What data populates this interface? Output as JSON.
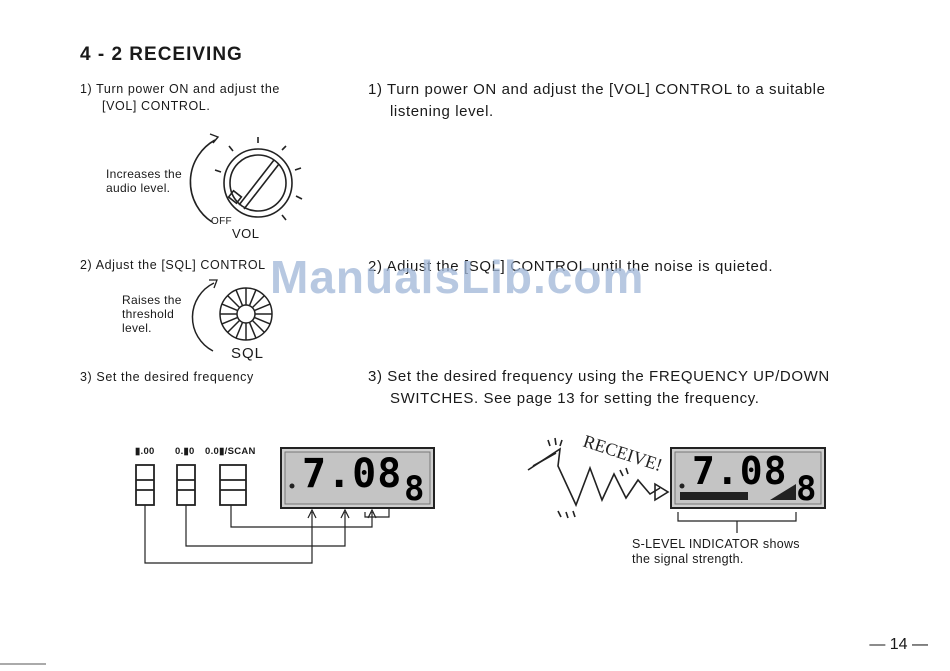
{
  "section": {
    "title": "4 - 2  RECEIVING"
  },
  "steps": {
    "step1": {
      "left_line1": "1) Turn power ON and adjust the",
      "left_line2": "[VOL] CONTROL.",
      "right_line1": "1) Turn power ON and adjust the [VOL] CONTROL to a suitable",
      "right_line2": "listening level."
    },
    "step2": {
      "left": "2) Adjust the [SQL] CONTROL",
      "right": "2) Adjust the [SQL] CONTROL until the noise is quieted."
    },
    "step3": {
      "left": "3) Set the desired frequency",
      "right_line1": "3) Set the desired frequency using the FREQUENCY UP/DOWN",
      "right_line2": "SWITCHES. See page 13 for setting the frequency."
    }
  },
  "vol_figure": {
    "caption_line1": "Increases the",
    "caption_line2": "audio level.",
    "off_label": "OFF",
    "knob_label": "VOL"
  },
  "sql_figure": {
    "caption_line1": "Raises the",
    "caption_line2": "threshold",
    "caption_line3": "level.",
    "knob_label": "SQL"
  },
  "switches": [
    {
      "label": "▮.00"
    },
    {
      "label": "0.▮0"
    },
    {
      "label": "0.0▮/SCAN"
    }
  ],
  "lcd_left": {
    "frequency": "7.08",
    "channel": "8"
  },
  "lcd_right": {
    "frequency": "7.08",
    "channel": "8",
    "signal_level": 0.75
  },
  "receive_label": "RECEIVE!",
  "s_level": {
    "caption_line1": "S-LEVEL INDICATOR shows",
    "caption_line2": "the signal strength."
  },
  "watermark": "ManualsLib.com",
  "page_number": "— 14 —"
}
